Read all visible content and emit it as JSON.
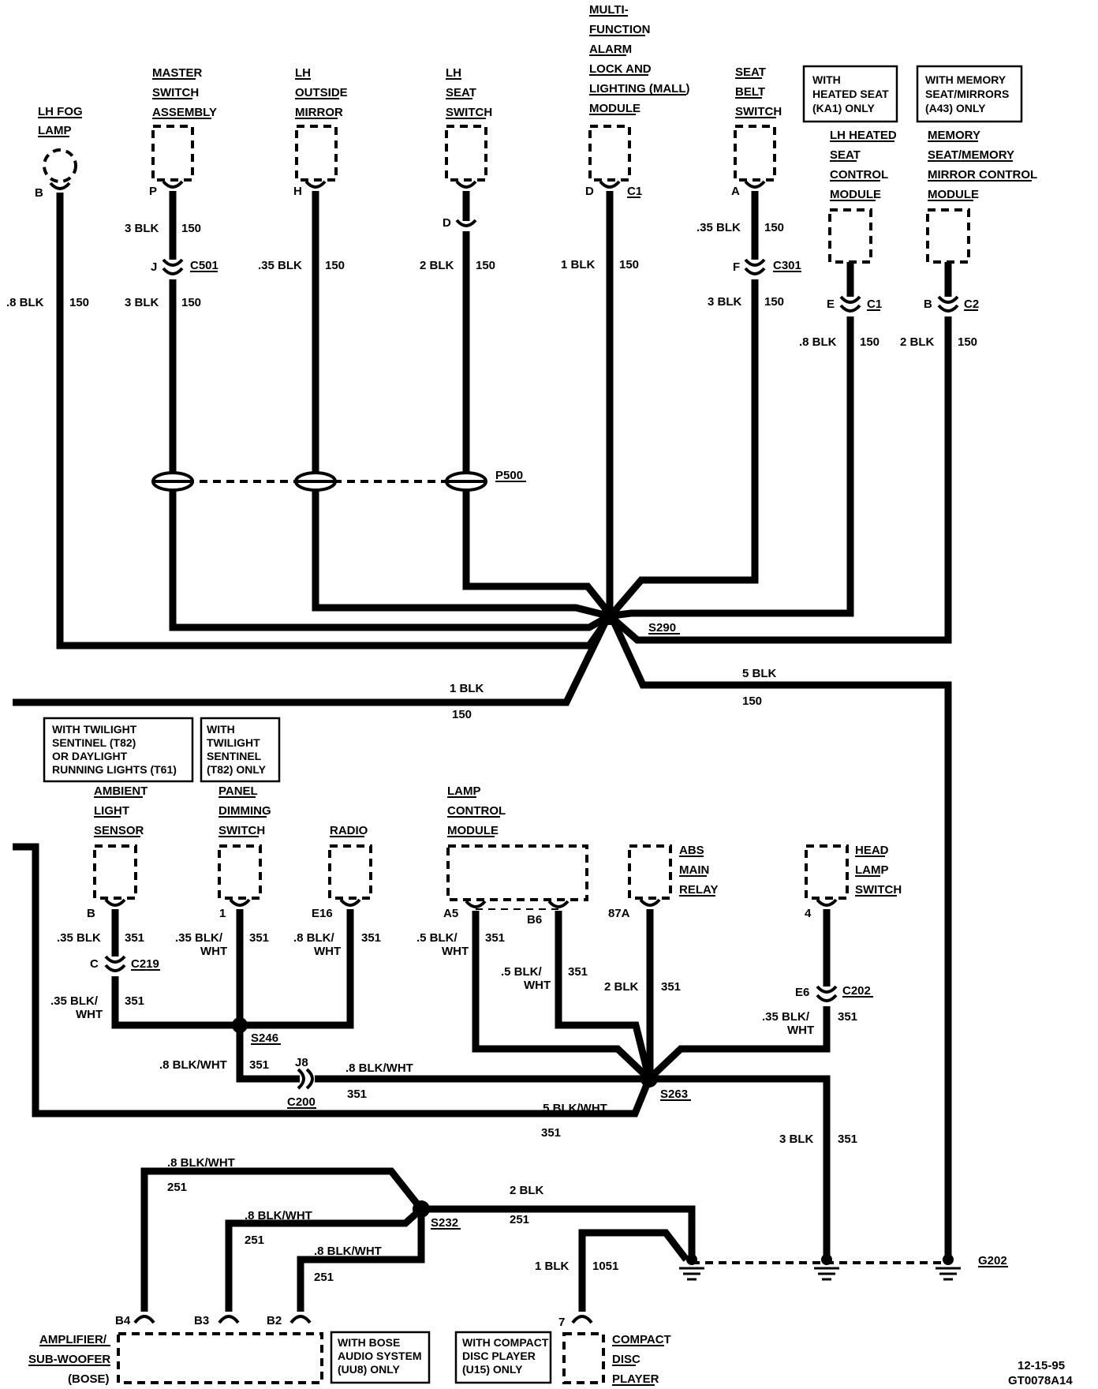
{
  "components": {
    "lh_fog_lamp": [
      "LH FOG",
      "LAMP"
    ],
    "master_switch": [
      "MASTER",
      "SWITCH",
      "ASSEMBLY"
    ],
    "lh_outside_mirror": [
      "LH",
      "OUTSIDE",
      "MIRROR"
    ],
    "lh_seat_switch": [
      "LH",
      "SEAT",
      "SWITCH"
    ],
    "mfa_module": [
      "MULTI-",
      "FUNCTION",
      "ALARM",
      "LOCK AND",
      "LIGHTING (MALL)",
      "MODULE"
    ],
    "seat_belt_switch": [
      "SEAT",
      "BELT",
      "SWITCH"
    ],
    "lh_heated_seat_module": [
      "LH HEATED",
      "SEAT",
      "CONTROL",
      "MODULE"
    ],
    "memory_mirror_module": [
      "MEMORY",
      "SEAT/MEMORY",
      "MIRROR CONTROL",
      "MODULE"
    ],
    "ambient_light_sensor": [
      "AMBIENT",
      "LIGHT",
      "SENSOR"
    ],
    "panel_dimming_switch": [
      "PANEL",
      "DIMMING",
      "SWITCH"
    ],
    "radio": [
      "RADIO"
    ],
    "lamp_control_module": [
      "LAMP",
      "CONTROL",
      "MODULE"
    ],
    "abs_main_relay": [
      "ABS",
      "MAIN",
      "RELAY"
    ],
    "head_lamp_switch": [
      "HEAD",
      "LAMP",
      "SWITCH"
    ],
    "amplifier": [
      "AMPLIFIER/",
      "SUB-WOOFER",
      "(BOSE)"
    ],
    "compact_disc_player": [
      "COMPACT",
      "DISC",
      "PLAYER"
    ]
  },
  "option_boxes": {
    "heated_seat": [
      "WITH",
      "HEATED SEAT",
      "(KA1) ONLY"
    ],
    "memory_seat": [
      "WITH MEMORY",
      "SEAT/MIRRORS",
      "(A43) ONLY"
    ],
    "twilight_drl": [
      "WITH TWILIGHT",
      "SENTINEL (T82)",
      "OR DAYLIGHT",
      "RUNNING LIGHTS (T61)"
    ],
    "twilight_only": [
      "WITH",
      "TWILIGHT",
      "SENTINEL",
      "(T82) ONLY"
    ],
    "bose": [
      "WITH BOSE",
      "AUDIO SYSTEM",
      "(UU8) ONLY"
    ],
    "cd_player": [
      "WITH COMPACT",
      "DISC PLAYER",
      "(U15) ONLY"
    ]
  },
  "pins": {
    "fog_b": "B",
    "master_p": "P",
    "mirror_h": "H",
    "seat_d": "D",
    "mfa_d": "D",
    "mfa_c1": "C1",
    "belt_a": "A",
    "heated_e": "E",
    "heated_c1": "C1",
    "memory_b": "B",
    "memory_c2": "C2",
    "c501_j": "J",
    "c301_f": "F",
    "ambient_b": "B",
    "ambient_c": "C",
    "panel_1": "1",
    "radio_e16": "E16",
    "lcm_a5": "A5",
    "lcm_b6": "B6",
    "abs_87a": "87A",
    "hls_4": "4",
    "hls_e6": "E6",
    "c200_j8": "J8",
    "amp_b4": "B4",
    "amp_b3": "B3",
    "amp_b2": "B2",
    "cd_7": "7"
  },
  "connectors": {
    "c501": "C501",
    "c301": "C301",
    "c219": "C219",
    "c202": "C202",
    "c200": "C200",
    "p500": "P500"
  },
  "splices": {
    "s290": "S290",
    "s246": "S246",
    "s263": "S263",
    "s232": "S232"
  },
  "ground": "G202",
  "wire_labels": {
    "master_top": [
      "3 BLK",
      "150"
    ],
    "master_bot": [
      "3 BLK",
      "150"
    ],
    "fog": [
      ".8 BLK",
      "150"
    ],
    "mirror": [
      ".35 BLK",
      "150"
    ],
    "seat_sw": [
      "2 BLK",
      "150"
    ],
    "mfa": [
      "1 BLK",
      "150"
    ],
    "belt_top": [
      ".35 BLK",
      "150"
    ],
    "belt_bot": [
      "3 BLK",
      "150"
    ],
    "heated": [
      ".8 BLK",
      "150"
    ],
    "memory": [
      "2 BLK",
      "150"
    ],
    "left_1blk": [
      "1 BLK",
      "150"
    ],
    "s290_5blk": [
      "5 BLK",
      "150"
    ],
    "ambient_top": [
      ".35 BLK",
      "351"
    ],
    "ambient_bot": [
      ".35 BLK/",
      "WHT",
      "351"
    ],
    "panel": [
      ".35 BLK/",
      "WHT",
      "351"
    ],
    "radio": [
      ".8 BLK/",
      "WHT",
      "351"
    ],
    "s246_c200": [
      ".8 BLK/WHT",
      "351"
    ],
    "c200_s263": [
      ".8 BLK/WHT",
      "351"
    ],
    "s263_left": [
      ".5 BLK/WHT",
      "351"
    ],
    "lcm_a5": [
      ".5 BLK/",
      "WHT",
      "351"
    ],
    "lcm_b6": [
      ".5 BLK/",
      "WHT",
      "351"
    ],
    "abs": [
      "2 BLK",
      "351"
    ],
    "hls": [
      ".35 BLK/",
      "WHT",
      "351"
    ],
    "s263_gnd": [
      "3 BLK",
      "351"
    ],
    "amp_b4": [
      ".8 BLK/WHT",
      "251"
    ],
    "amp_b3": [
      ".8 BLK/WHT",
      "251"
    ],
    "amp_b2": [
      ".8 BLK/WHT",
      "251"
    ],
    "s232_gnd": [
      "2 BLK",
      "251"
    ],
    "cd": [
      "1 BLK",
      "1051"
    ]
  },
  "footer": {
    "date": "12-15-95",
    "code": "GT0078A14"
  }
}
